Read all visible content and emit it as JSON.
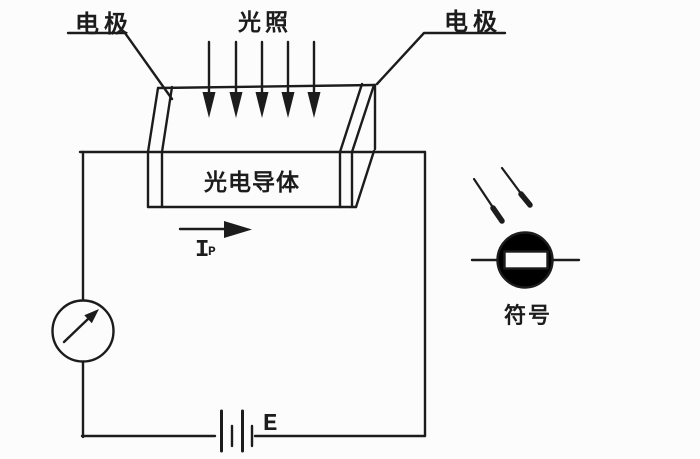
{
  "diagram": {
    "background_color": "#fcfcfc",
    "line_color": "#1c1c1c",
    "labels": {
      "electrode_left": "电极",
      "illumination": "光照",
      "electrode_right": "电极",
      "photoconductor": "光电导体",
      "current_symbol": "I",
      "current_subscript": "P",
      "battery_label": "E",
      "symbol_caption": "符号"
    }
  }
}
